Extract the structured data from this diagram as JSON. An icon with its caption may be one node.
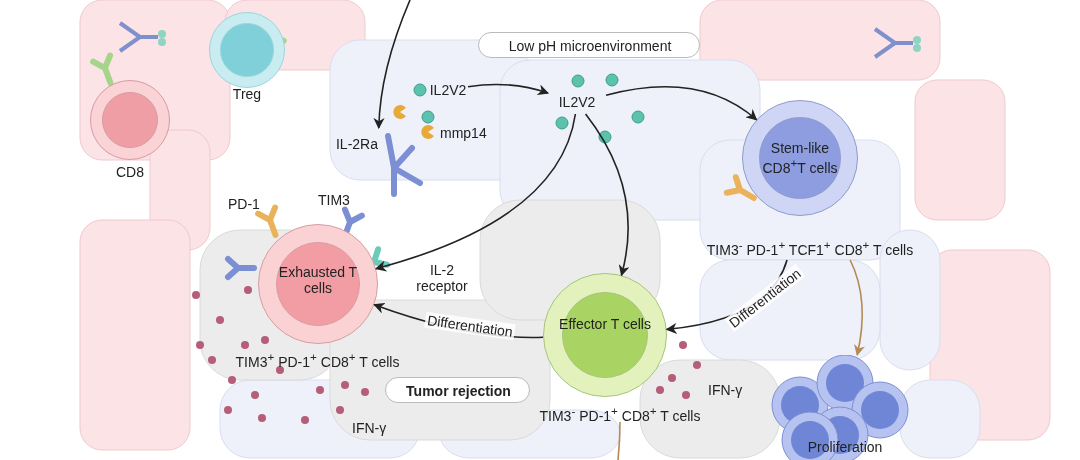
{
  "diagram": {
    "nodes": [
      {
        "text": [
          "Treg"
        ]
      },
      {
        "text": [
          "CD8"
        ]
      },
      {
        "text": [
          "Low pH microenvironment"
        ]
      },
      {
        "text": [
          "IL2V2"
        ]
      },
      {
        "text": [
          "IL-2Ra"
        ]
      },
      {
        "text": [
          "IL2V2"
        ]
      },
      {
        "text": [
          "Stem-like CD8$^{+}$T cells"
        ],
        "beside": [
          "TIM3$^{-}$ PD-1$^{+}$ TCF1$^{+}$ CD8$^{+}$ T cells"
        ]
      },
      {
        "text": [
          "Exhausted T cells"
        ],
        "beside": [
          "TIM3$^{+}$ PD-1$^{+}$ CD8$^{+}$ T cells"
        ]
      },
      {
        "text": [
          "Effector T cells"
        ],
        "beside": [
          "TIM3$^{-}$ PD-1$^{+}$ CD8$^{+}$ T cells"
        ]
      },
      {
        "text": [
          "Proliferation"
        ]
      },
      {
        "text": [
          "Tumor rejection"
        ]
      }
    ],
    "edges": [
      {
        "from": null,
        "to": 4,
        "arrow": "to"
      },
      {
        "from": 3,
        "to": 5,
        "arrow": "to"
      },
      {
        "from": 5,
        "to": 6,
        "arrow": "to"
      },
      {
        "from": 5,
        "to": 8,
        "arrow": "to"
      },
      {
        "from": 5,
        "to": 7,
        "arrow": "to"
      },
      {
        "from": 6,
        "to": 8,
        "arrow": "to",
        "label": "Differentiation"
      },
      {
        "from": 8,
        "to": 7,
        "arrow": "to",
        "label": "Differentiation"
      },
      {
        "from": 6,
        "to": 9,
        "arrow": "to",
        "color": "#b58a55"
      },
      {
        "from": 8,
        "to": null,
        "arrow": "none",
        "color": "#b58a55"
      }
    ],
    "labels": [
      "mmp14",
      "PD-1",
      "TIM3",
      "IL-2 receptor",
      "IFN-γ",
      "IFN-γ"
    ]
  }
}
